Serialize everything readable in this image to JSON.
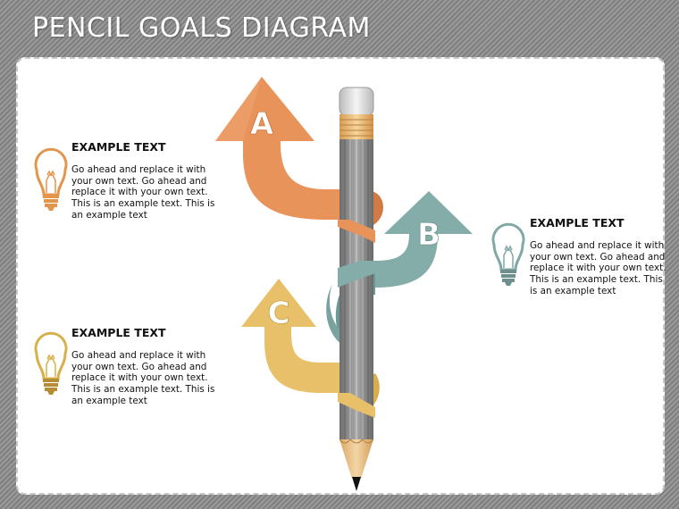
{
  "page": {
    "title": "PENCIL GOALS DIAGRAM"
  },
  "colors": {
    "arrow_a": "#e8935a",
    "arrow_b": "#84ada9",
    "arrow_c": "#e8c06a",
    "pencil_body": "#8a8a8a",
    "bulb_orange": "#e3954b",
    "bulb_teal": "#7fa8a6",
    "bulb_gold": "#d8b04a"
  },
  "diagram": {
    "arrows": [
      {
        "letter": "A",
        "color": "orange"
      },
      {
        "letter": "B",
        "color": "teal"
      },
      {
        "letter": "C",
        "color": "yellow"
      }
    ]
  },
  "items": [
    {
      "icon": "lightbulb-icon",
      "heading": "EXAMPLE TEXT",
      "body": "Go ahead and replace it with your own text. Go ahead and replace it with your own text. This is an example text. This is an example text"
    },
    {
      "icon": "lightbulb-icon",
      "heading": "EXAMPLE TEXT",
      "body": "Go ahead and replace it with your own text. Go ahead and replace it with your own text. This is an example text. This is an example text"
    },
    {
      "icon": "lightbulb-icon",
      "heading": "EXAMPLE TEXT",
      "body": "Go ahead and replace it with your own text. Go ahead and replace it with your own text. This is an example text. This is an example text"
    }
  ]
}
